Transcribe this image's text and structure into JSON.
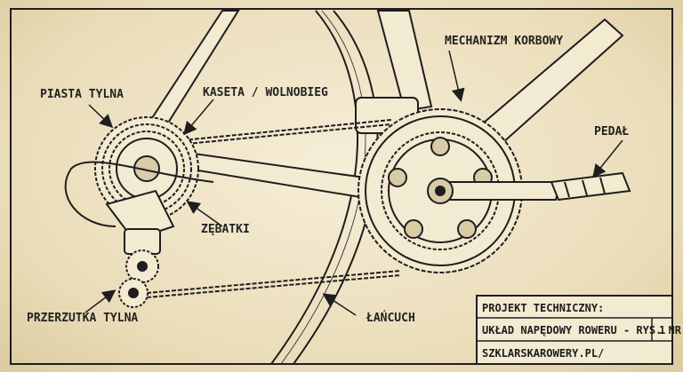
{
  "labels": {
    "piasta": "PIASTA TYLNA",
    "kaseta": "KASETA / WOLNOBIEG",
    "mechanizm": "MECHANIZM KORBOWY",
    "pedal": "PEDAŁ",
    "zebatki": "ZĘBATKI",
    "przerzutka": "PRZERZUTKA TYLNA",
    "lancuch": "ŁAŃCUCH"
  },
  "title_block": {
    "line1": "PROJEKT TECHNICZNY:",
    "line2": "UKŁAD NAPĘDOWY ROWERU - RYS. NR",
    "number": "1",
    "line3": "SZKLARSKAROWERY.PL/"
  },
  "colors": {
    "paper": "#efe4c6",
    "ink": "#1e1e1e",
    "fill_light": "#f3ead2"
  }
}
